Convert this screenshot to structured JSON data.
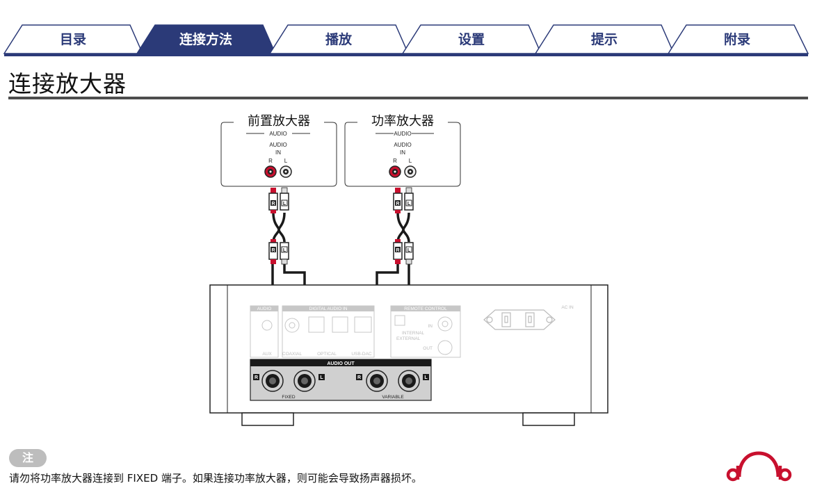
{
  "tabs": [
    {
      "label": "目录",
      "active": false
    },
    {
      "label": "连接方法",
      "active": true
    },
    {
      "label": "播放",
      "active": false
    },
    {
      "label": "设置",
      "active": false
    },
    {
      "label": "提示",
      "active": false
    },
    {
      "label": "附录",
      "active": false
    }
  ],
  "page": {
    "title": "连接放大器"
  },
  "diagram": {
    "preamp": {
      "name": "前置放大器",
      "section": "AUDIO",
      "input_line1": "AUDIO",
      "input_line2": "IN",
      "r": "R",
      "l": "L"
    },
    "poweramp": {
      "name": "功率放大器",
      "section": "AUDIO",
      "input_line1": "AUDIO",
      "input_line2": "IN",
      "r": "R",
      "l": "L"
    },
    "plug_r": "R",
    "plug_l": "L",
    "device": {
      "audio_label": "AUDIO",
      "digital_audio_in": "DIGITAL AUDIO IN",
      "remote_control": "REMOTE CONTROL",
      "ac_in": "AC IN",
      "aux": "AUX",
      "coaxial": "COAXIAL",
      "optical": "OPTICAL",
      "usb_dac": "USB-DAC",
      "internal": "INTERNAL",
      "external": "EXTERNAL",
      "rc_in": "IN",
      "rc_out": "OUT",
      "audio_out": "AUDIO OUT",
      "fixed": "FIXED",
      "variable": "VARIABLE",
      "r": "R",
      "l": "L"
    }
  },
  "note": {
    "badge": "注",
    "text": "请勿将功率放大器连接到 FIXED 端子。如果连接功率放大器，则可能会导致扬声器损坏。"
  },
  "colors": {
    "tab_active": "#2b3a78",
    "tab_text": "#2b3a78",
    "red_jack": "#c8102e",
    "badge": "#bdbdbd"
  }
}
